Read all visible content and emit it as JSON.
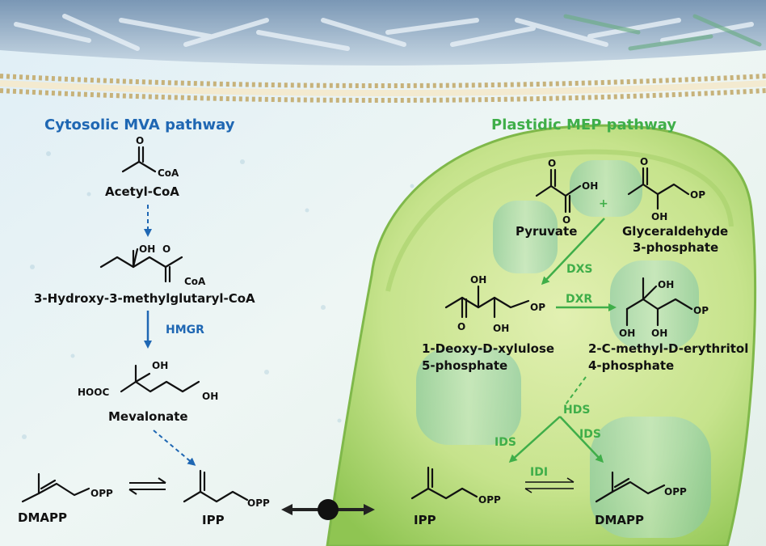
{
  "titles": {
    "mva": "Cytosolic MVA pathway",
    "mep": "Plastidic MEP pathway"
  },
  "colors": {
    "mva_blue": "#1f67b3",
    "mep_green": "#3fae49",
    "plastid_fill": "#b7db76",
    "background": "#e7f1f6"
  },
  "mva": {
    "acetyl_coa": "Acetyl-CoA",
    "hmg_coa": "3-Hydroxy-3-methylglutaryl-CoA",
    "enzyme_hmgr": "HMGR",
    "mevalonate": "Mevalonate",
    "dmapp": "DMAPP",
    "ipp": "IPP"
  },
  "mep": {
    "pyruvate": "Pyruvate",
    "g3p_line1": "Glyceraldehyde",
    "g3p_line2": "3-phosphate",
    "plus": "+",
    "enzyme_dxs": "DXS",
    "enzyme_dxr": "DXR",
    "dxp_line1": "1-Deoxy-D-xylulose",
    "dxp_line2": "5-phosphate",
    "mep_line1": "2-C-methyl-D-erythritol",
    "mep_line2": "4-phosphate",
    "enzyme_hds": "HDS",
    "enzyme_ids_left": "IDS",
    "enzyme_ids_right": "IDS",
    "enzyme_idi": "IDI",
    "ipp": "IPP",
    "dmapp": "DMAPP"
  },
  "atoms": {
    "o": "O",
    "oh": "OH",
    "coa": "CoA",
    "op": "OP",
    "opp": "OPP",
    "hooc": "HOOC"
  }
}
